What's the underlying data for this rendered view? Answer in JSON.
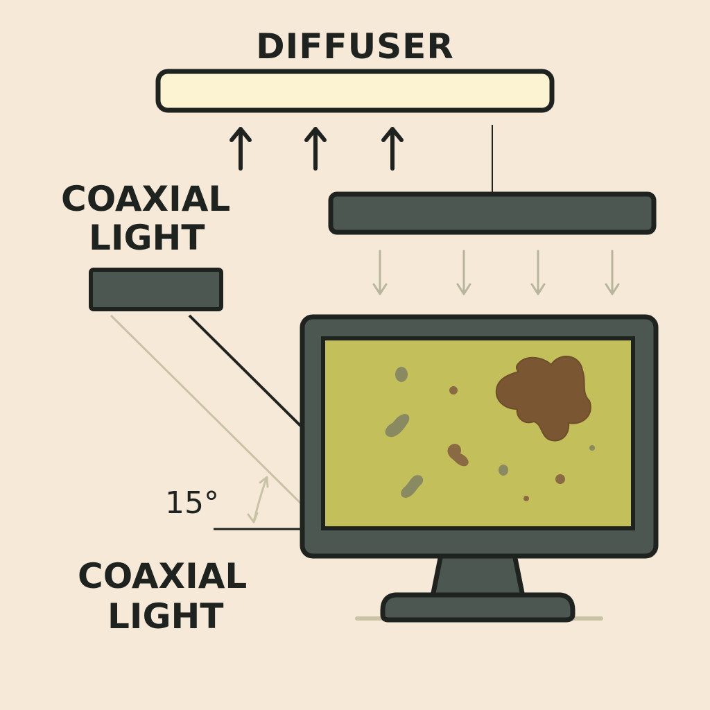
{
  "labels": {
    "diffuser": "DIFFUSER",
    "coaxial_light_top": [
      "COAXIAL",
      "LIGHT"
    ],
    "coaxial_light_bottom": [
      "COAXIAL",
      "LIGHT"
    ],
    "angle": "15°"
  },
  "colors": {
    "background": "#f7e9d8",
    "diffuser_fill": "#fbf3d2",
    "panel_dark": "#4d5752",
    "outline": "#1e2320",
    "screen": "#c3c05c",
    "stain": "#7a5632",
    "spot": "#8a8a62",
    "faint_arrow": "#b7b59b"
  }
}
